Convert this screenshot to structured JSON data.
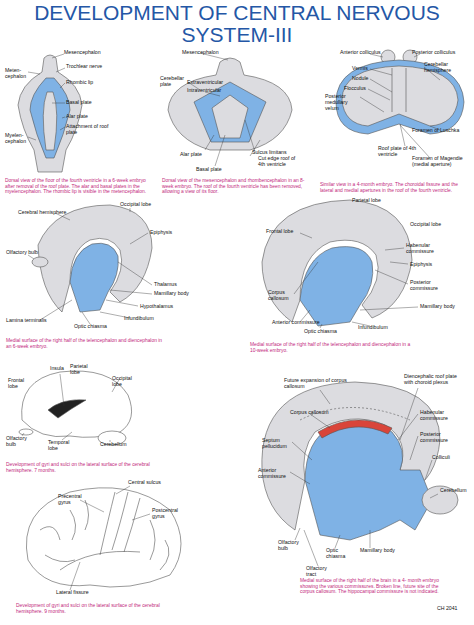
{
  "diagram": {
    "title": "DEVELOPMENT OF CENTRAL NERVOUS SYSTEM-III",
    "labels": [
      "Mesencephalon",
      "Meten- cephalon",
      "Trochlear nerve",
      "Rhombic lip",
      "Basal plate",
      "Alar plate",
      "Myelen- cephalon",
      "Attachment of roof plate",
      "Dorsal view of the floor of the fourth ventricle in a 6-week embryo after removal of the roof plate. The alar and basal plates in the myelencephalon. The rhombic lip is visible in the metencephalon.",
      "Mesencephalon",
      "Cerebellar plate",
      "Extraventricular",
      "Intraventricular",
      "Alar plate",
      "Sulcus limitans",
      "Basal plate",
      "Cut edge roof of 4th ventricle",
      "Dorsal view of the mesencephalon and rhombencephalon in an 8-week embryo. The roof of the fourth ventricle has been removed, allowing a view of its floor.",
      "Anterior colliculus",
      "Posterior colliculus",
      "Vermis",
      "Cerebellar hemisphere",
      "Nodule",
      "Flocculus",
      "Posterior medullary velum",
      "Foramen of Luschka",
      "Roof plate of 4th ventricle",
      "Foramen of Magendie (medial aperture)",
      "Similar view in a 4-month embryo. The choroidal fissure and the lateral and medial apertures in the roof of the fourth ventricle.",
      "Cerebral hemisphere",
      "Occipital lobe",
      "Olfactory bulb",
      "Epiphysis",
      "Thalamus",
      "Mamillary body",
      "Hypothalamus",
      "Lamina terminalis",
      "Optic chiasma",
      "Infundibulum",
      "Medial surface of the right half of the telencephalon and diencephalon in an 6-week embryo.",
      "Parietal lobe",
      "Occipital lobe",
      "Frontal lobe",
      "Habenular commissure",
      "Epiphysis",
      "Corpus callosum",
      "Posterior commissure",
      "Mamillary body",
      "Anterior commissure",
      "Optic chiasma",
      "Infundibulum",
      "Medial surface of the right half of the telencephalon and diencephalon in a 10-week embryo.",
      "Frontal lobe",
      "Insula",
      "Parietal lobe",
      "Occipital lobe",
      "Olfactory bulb",
      "Temporal lobe",
      "Cerebellum",
      "Development of gyri and sulci on the lateral surface of the cerebral hemisphere. 7 months.",
      "Central sulcus",
      "Precentral gyrus",
      "Postcentral gyrus",
      "Lateral fissure",
      "Development of gyri and sulci on the lateral surface of the cerebral hemisphere. 9 months.",
      "Future expansion of corpus callosum",
      "Diencephalic roof plate with choroid plexus",
      "Corpus callosum",
      "Habenular commissure",
      "Posterior commissure",
      "Septum pellucidum",
      "Colliculi",
      "Anterior commissure",
      "Cerebellum",
      "Olfactory bulb",
      "Optic chiasma",
      "Mamillary body",
      "Olfactory tract",
      "Medial surface of the right half of the brain in a 4- month embryo showing the various commissures. Broken line, future site of the corpus callosum. The hippocampal commissure is not indicated.",
      "CH 2041"
    ]
  }
}
